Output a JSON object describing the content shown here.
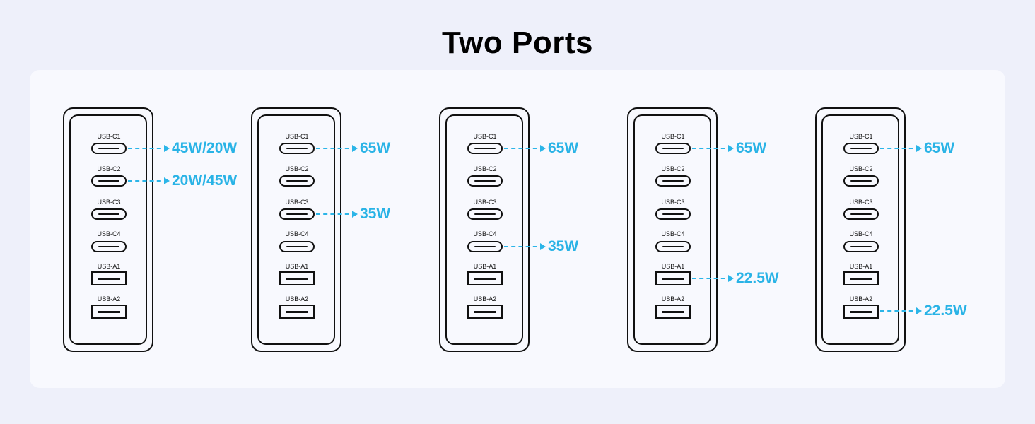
{
  "title": "Two Ports",
  "colors": {
    "accent": "#29b3e6",
    "outline": "#111111",
    "background": "#eef0fa",
    "panel": "#f8f9fe"
  },
  "port_labels": [
    "USB-C1",
    "USB-C2",
    "USB-C3",
    "USB-C4",
    "USB-A1",
    "USB-A2"
  ],
  "configurations": [
    {
      "outputs": [
        {
          "port": "USB-C1",
          "watt": "45W/20W"
        },
        {
          "port": "USB-C2",
          "watt": "20W/45W"
        }
      ]
    },
    {
      "outputs": [
        {
          "port": "USB-C1",
          "watt": "65W"
        },
        {
          "port": "USB-C3",
          "watt": "35W"
        }
      ]
    },
    {
      "outputs": [
        {
          "port": "USB-C1",
          "watt": "65W"
        },
        {
          "port": "USB-C4",
          "watt": "35W"
        }
      ]
    },
    {
      "outputs": [
        {
          "port": "USB-C1",
          "watt": "65W"
        },
        {
          "port": "USB-A1",
          "watt": "22.5W"
        }
      ]
    },
    {
      "outputs": [
        {
          "port": "USB-C1",
          "watt": "65W"
        },
        {
          "port": "USB-A2",
          "watt": "22.5W"
        }
      ]
    }
  ]
}
